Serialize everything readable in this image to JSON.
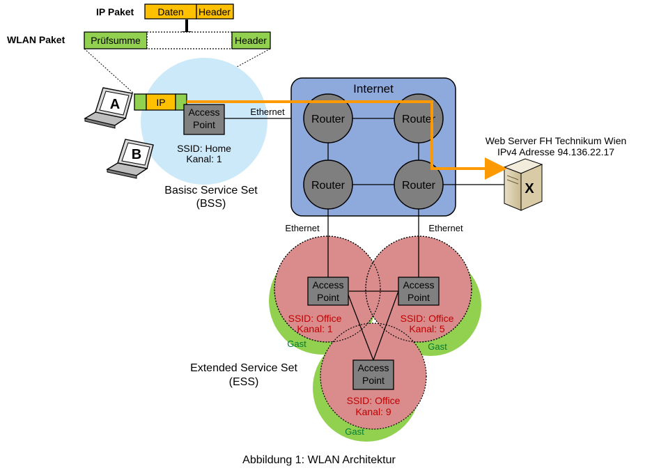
{
  "packet": {
    "ip_label": "IP Paket",
    "wlan_label": "WLAN Paket",
    "daten": "Daten",
    "header": "Header",
    "pruefsumme": "Prüfsumme",
    "wlan_header": "Header",
    "ip_small": "IP"
  },
  "laptops": {
    "a": "A",
    "b": "B"
  },
  "bss": {
    "ap_line1": "Access",
    "ap_line2": "Point",
    "ssid": "SSID: Home",
    "kanal": "Kanal: 1",
    "title_line1": "Basisc Service Set",
    "title_line2": "(BSS)",
    "ethernet": "Ethernet"
  },
  "internet": {
    "label": "Internet",
    "routers": [
      "Router",
      "Router",
      "Router",
      "Router"
    ]
  },
  "server": {
    "line1": "Web  Server FH Technikum  Wien",
    "line2": "IPv4 Adresse 94.136.22.17",
    "mark": "X"
  },
  "ess": {
    "ethernet_left": "Ethernet",
    "ethernet_right": "Ethernet",
    "cells": [
      {
        "ap1": "Access",
        "ap2": "Point",
        "ssid": "SSID: Office",
        "kanal": "Kanal: 1",
        "gast": "Gast"
      },
      {
        "ap1": "Access",
        "ap2": "Point",
        "ssid": "SSID: Office",
        "kanal": "Kanal: 5",
        "gast": "Gast"
      },
      {
        "ap1": "Access",
        "ap2": "Point",
        "ssid": "SSID: Office",
        "kanal": "Kanal: 9",
        "gast": "Gast"
      }
    ],
    "title_line1": "Extended Service Set",
    "title_line2": "(ESS)"
  },
  "caption": "Abbildung 1: WLAN Architektur",
  "colors": {
    "yellow": "#FFC000",
    "green": "#92D050",
    "bss_fill": "#CCE9F9",
    "internet_fill": "#8EA9DB",
    "router_fill": "#7F7F7F",
    "ap_fill": "#808080",
    "ess_fill": "#DA8B8B",
    "orange": "#FF9900",
    "red_text": "#C00000",
    "gast_green": "#007A33"
  }
}
